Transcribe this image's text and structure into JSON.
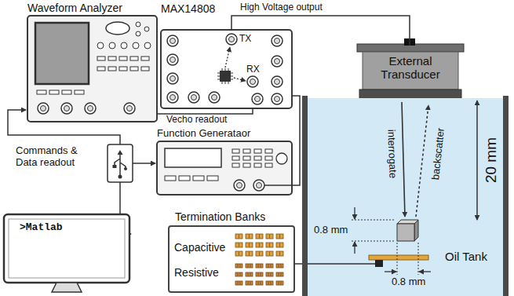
{
  "diagram": {
    "nodes": [
      {
        "text": [
          "Waveform Analyzer"
        ]
      },
      {
        "text": [
          "MAX14808",
          "TX",
          "RX"
        ]
      },
      {
        "text": [
          "External Transducer"
        ]
      },
      {
        "text": [
          "Function Generataor"
        ]
      },
      {
        "text": [
          ">Matlab"
        ]
      },
      {
        "text": [
          "Termination Banks",
          "Capacitive",
          "Resistive"
        ]
      },
      {
        "text": [
          "Oil Tank"
        ]
      }
    ],
    "edges": [
      {
        "from": 1,
        "to": 2,
        "arrow": "none",
        "label": "High Voltage output"
      },
      {
        "from": 1,
        "to": 0,
        "arrow": "none",
        "label": "Vecho readout"
      },
      {
        "from": 3,
        "to": 1,
        "arrow": "none"
      },
      {
        "from": 5,
        "to": 6,
        "arrow": "none"
      }
    ],
    "labels": [
      "Commands & Data readout",
      "20 mm",
      "interrogate",
      "backscatter",
      "0.8 mm",
      "0.8 mm"
    ]
  }
}
